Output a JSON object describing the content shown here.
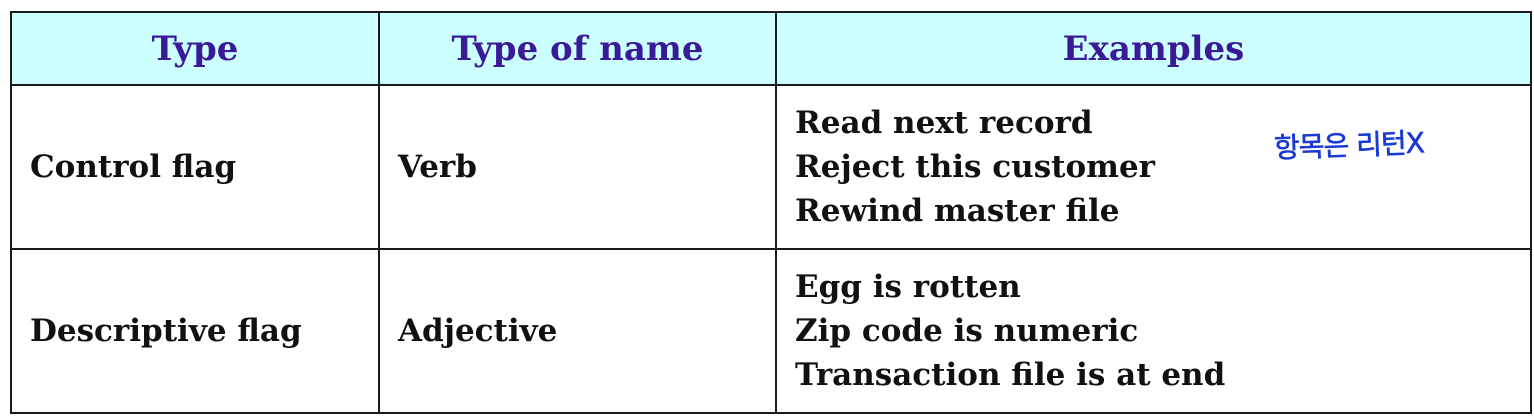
{
  "table": {
    "headers": [
      "Type",
      "Type of name",
      "Examples"
    ],
    "rows": [
      {
        "type": "Control flag",
        "type_of_name": "Verb",
        "examples": [
          "Read next record",
          "Reject this customer",
          "Rewind master file"
        ],
        "annotation": "항목은 리턴X"
      },
      {
        "type": "Descriptive flag",
        "type_of_name": "Adjective",
        "examples": [
          "Egg is rotten",
          "Zip code is numeric",
          "Transaction file is at end"
        ]
      }
    ]
  },
  "colors": {
    "header_bg": "#ccffff",
    "header_text": "#3a1a99",
    "annotation_ink": "#1a3ad1"
  }
}
